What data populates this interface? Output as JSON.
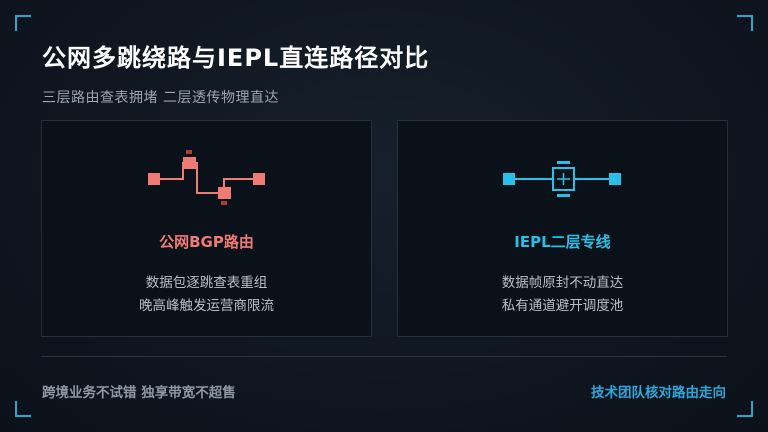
{
  "title": "公网多跳绕路与IEPL直连路径对比",
  "subtitle": "三层路由查表拥堵 二层透传物理直达",
  "cards": [
    {
      "title": "公网BGP路由",
      "lines": [
        "数据包逐跳查表重组",
        "晚高峰触发运营商限流"
      ],
      "icon": "multi-hop-route-icon",
      "color": "#f07a74"
    },
    {
      "title": "IEPL二层专线",
      "lines": [
        "数据帧原封不动直达",
        "私有通道避开调度池"
      ],
      "icon": "direct-link-icon",
      "color": "#28c0e8"
    }
  ],
  "footer": {
    "left": "跨境业务不试错 独享带宽不超售",
    "right": "技术团队核对路由走向"
  },
  "colors": {
    "accent": "#2aa3d6",
    "public_route": "#f07a74",
    "iepl": "#28c0e8"
  }
}
